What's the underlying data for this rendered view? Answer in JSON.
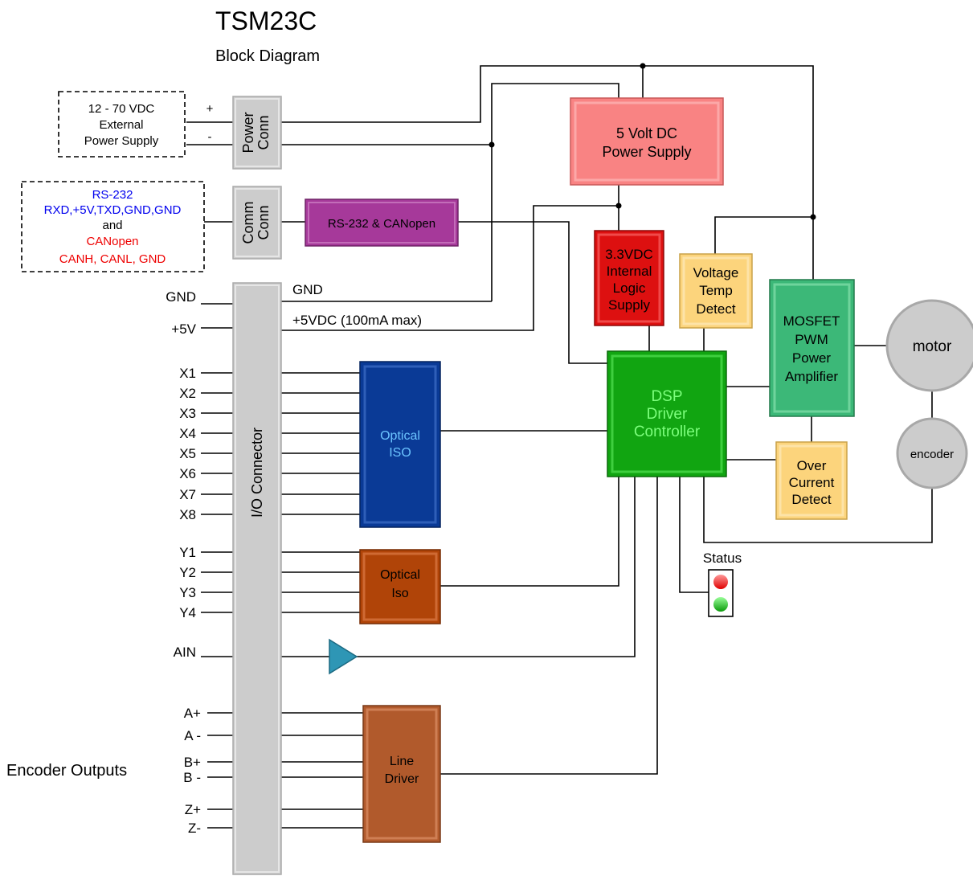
{
  "title": "TSM23C",
  "subtitle": "Block Diagram",
  "external_supply": [
    "12 - 70 VDC",
    "External",
    "Power Supply"
  ],
  "power_plus": "+",
  "power_minus": "-",
  "power_conn": [
    "Power",
    "Conn"
  ],
  "comm_box": {
    "rs232": "RS-232",
    "rs232_pins": "RXD,+5V,TXD,GND,GND",
    "and": "and",
    "canopen": "CANopen",
    "canopen_pins": "CANH, CANL, GND"
  },
  "comm_conn": [
    "Comm",
    "Conn"
  ],
  "rs232_canopen": "RS-232 & CANopen",
  "five_volt": [
    "5 Volt DC",
    "Power Supply"
  ],
  "logic_supply": [
    "3.3VDC",
    "Internal",
    "Logic",
    "Supply"
  ],
  "voltage_temp": [
    "Voltage",
    "Temp",
    "Detect"
  ],
  "mosfet": [
    "MOSFET",
    "PWM",
    "Power",
    "Amplifier"
  ],
  "motor": "motor",
  "encoder": "encoder",
  "dsp": [
    "DSP",
    "Driver",
    "Controller"
  ],
  "over_current": [
    "Over",
    "Current",
    "Detect"
  ],
  "status": "Status",
  "io_connector": "I/O Connector",
  "gnd_pin": "GND",
  "gnd_line": "GND",
  "v5_pin": "+5V",
  "v5_line": "+5VDC (100mA max)",
  "inputs": [
    "X1",
    "X2",
    "X3",
    "X4",
    "X5",
    "X6",
    "X7",
    "X8"
  ],
  "optical_iso_in": [
    "Optical",
    "ISO"
  ],
  "outputs": [
    "Y1",
    "Y2",
    "Y3",
    "Y4"
  ],
  "optical_iso_out": [
    "Optical",
    "Iso"
  ],
  "ain": "AIN",
  "encoder_pins": [
    "A+",
    "A -",
    "B+",
    "B -",
    "Z+",
    "Z-"
  ],
  "line_driver": [
    "Line",
    "Driver"
  ],
  "encoder_outputs": "Encoder Outputs",
  "colors": {
    "five_volt": "#f98383",
    "logic": "#dd1010",
    "voltage_temp": "#fcd47c",
    "mosfet": "#3cb878",
    "dsp": "#11a511",
    "dsp_text": "#7dff7d",
    "optical_in": "#0a3a96",
    "optical_in_text": "#6cc4ff",
    "optical_out": "#b04408",
    "line_driver": "#b15a2c",
    "rs232_box": "#a6399a",
    "blue_text": "#0000ee",
    "red_text": "#ee0000",
    "connector": "#cccccc"
  }
}
